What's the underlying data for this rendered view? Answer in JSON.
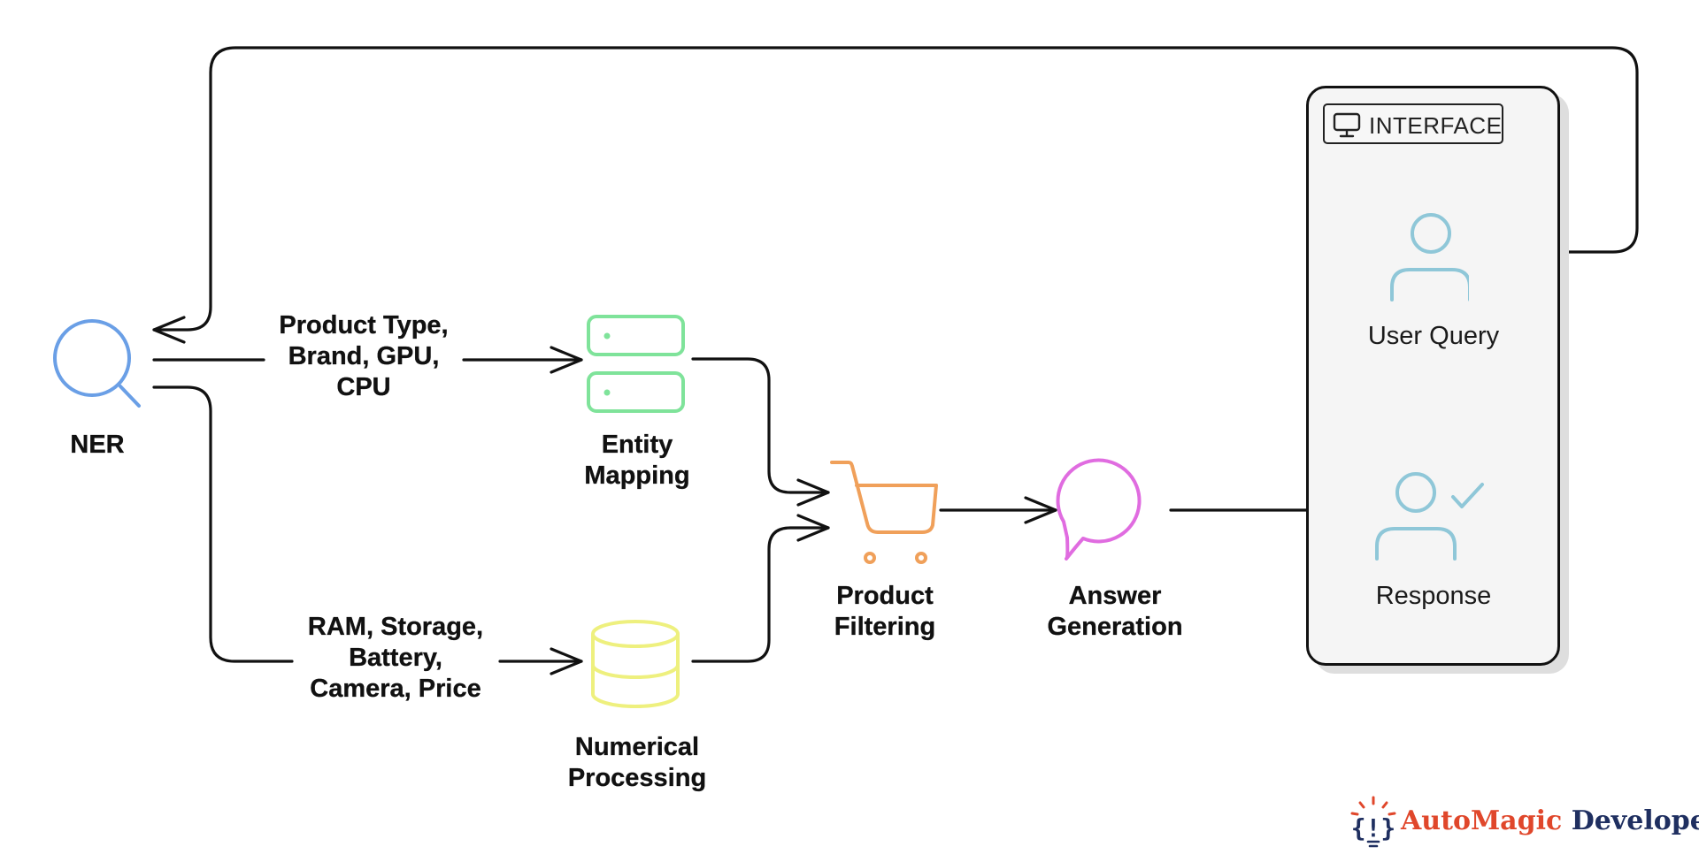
{
  "nodes": {
    "ner": {
      "lines": [
        "NER"
      ]
    },
    "entity_mapping": {
      "lines": [
        "Entity",
        "Mapping"
      ]
    },
    "numerical_processing": {
      "lines": [
        "Numerical",
        "Processing"
      ]
    },
    "product_filtering": {
      "lines": [
        "Product",
        "Filtering"
      ]
    },
    "answer_generation": {
      "lines": [
        "Answer",
        "Generation"
      ]
    },
    "user_query": {
      "lines": [
        "User Query"
      ]
    },
    "response": {
      "lines": [
        "Response"
      ]
    }
  },
  "edges": {
    "categorical": {
      "lines": [
        "Product Type,",
        "Brand, GPU,",
        "CPU"
      ]
    },
    "numerical": {
      "lines": [
        "RAM, Storage,",
        "Battery,",
        "Camera, Price"
      ]
    }
  },
  "interface_panel": {
    "label": "INTERFACE",
    "icon": "monitor-icon"
  },
  "brand": {
    "name_part1": "AutoMagic",
    "name_part2": "Developer",
    "icon": "lightbulb-braces-icon"
  },
  "colors": {
    "ner": "#6a9fe6",
    "entity_mapping": "#7fe39a",
    "numerical_processing": "#eef07e",
    "product_filtering": "#f0a05a",
    "answer_generation": "#e06ce0",
    "user": "#8fc7d8",
    "connector": "#111111",
    "brand_red": "#e0472b",
    "brand_navy": "#1f2f60"
  }
}
